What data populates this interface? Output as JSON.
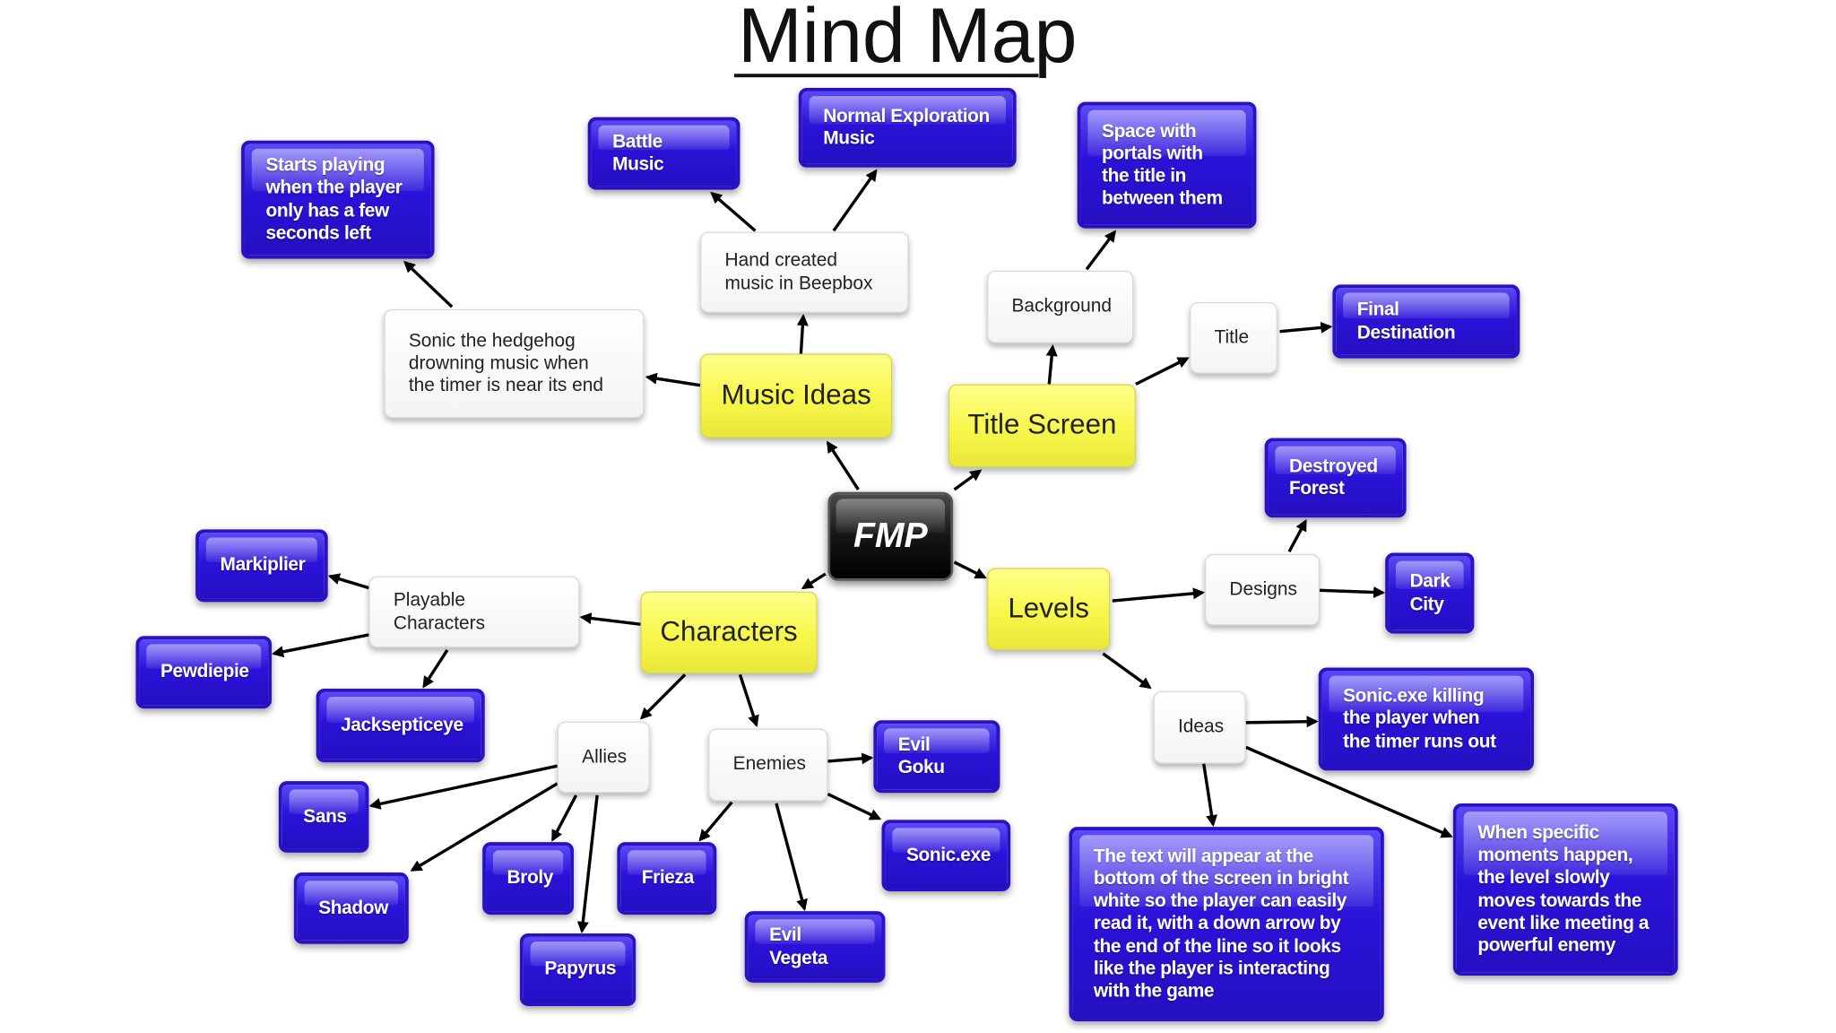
{
  "page": {
    "title": "Mind Map"
  },
  "center": {
    "label": "FMP"
  },
  "categories": {
    "music": "Music Ideas",
    "title_screen": "Title Screen",
    "characters": "Characters",
    "levels": "Levels"
  },
  "music": {
    "sonic_drowning": "Sonic the hedgehog drowning music when the timer is near its end",
    "starts_playing": "Starts playing when the player only has a few seconds left",
    "hand_created": "Hand created music in Beepbox",
    "battle_music": "Battle Music",
    "normal_exploration": "Normal Exploration Music"
  },
  "title_screen": {
    "background": "Background",
    "space_portals": "Space with portals with the title in between them",
    "title": "Title",
    "final_destination": "Final Destination"
  },
  "characters": {
    "playable": "Playable Characters",
    "markiplier": "Markiplier",
    "pewdiepie": "Pewdiepie",
    "jacksepticeye": "Jacksepticeye",
    "allies": "Allies",
    "sans": "Sans",
    "shadow": "Shadow",
    "broly": "Broly",
    "papyrus": "Papyrus",
    "enemies": "Enemies",
    "evil_goku": "Evil Goku",
    "sonic_exe": "Sonic.exe",
    "frieza": "Frieza",
    "evil_vegeta": "Evil Vegeta"
  },
  "levels": {
    "designs": "Designs",
    "destroyed_forest": "Destroyed Forest",
    "dark_city": "Dark City",
    "ideas": "Ideas",
    "sonic_exe_killing": "Sonic.exe killing the player when the timer runs out",
    "text_bottom": "The text will appear at the bottom of the screen in bright white so the player can easily read it, with a down arrow by the end of the line so it looks like the player is interacting with the game",
    "specific_moments": "When specific moments happen, the level slowly moves towards the event like meeting a powerful enemy"
  },
  "colors": {
    "blue_node": "#2b12d8",
    "yellow_node": "#f7f64a",
    "center_node": "#151515",
    "arrow": "#000000"
  }
}
